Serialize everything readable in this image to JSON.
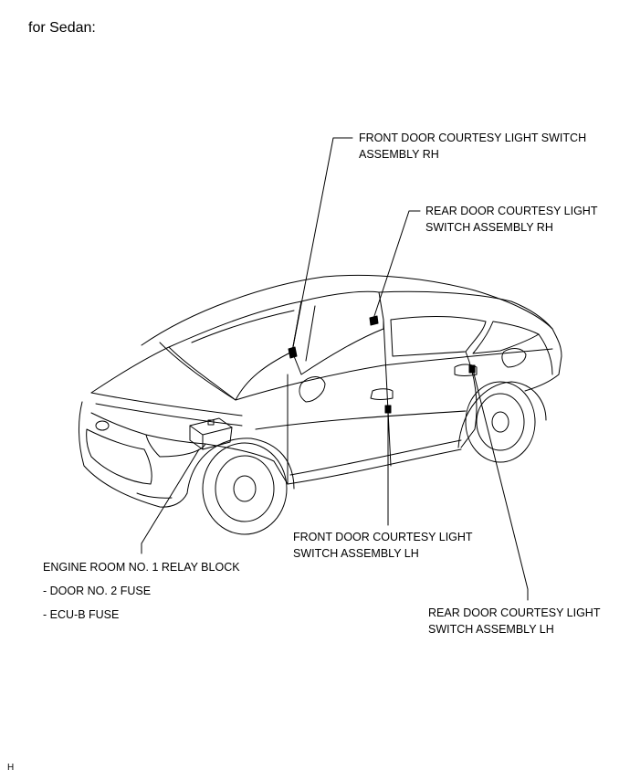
{
  "heading": "for Sedan:",
  "callouts": {
    "front_door_rh": {
      "line1": "FRONT DOOR COURTESY LIGHT SWITCH",
      "line2": "ASSEMBLY RH"
    },
    "rear_door_rh": {
      "line1": "REAR DOOR COURTESY LIGHT",
      "line2": "SWITCH ASSEMBLY RH"
    },
    "front_door_lh": {
      "line1": "FRONT DOOR COURTESY LIGHT",
      "line2": "SWITCH ASSEMBLY LH"
    },
    "rear_door_lh": {
      "line1": "REAR DOOR COURTESY LIGHT",
      "line2": "SWITCH ASSEMBLY LH"
    },
    "relay_block": {
      "title": "ENGINE ROOM NO. 1 RELAY BLOCK",
      "item1": "- DOOR NO. 2 FUSE",
      "item2": "- ECU-B FUSE"
    }
  },
  "figure_code": "H"
}
